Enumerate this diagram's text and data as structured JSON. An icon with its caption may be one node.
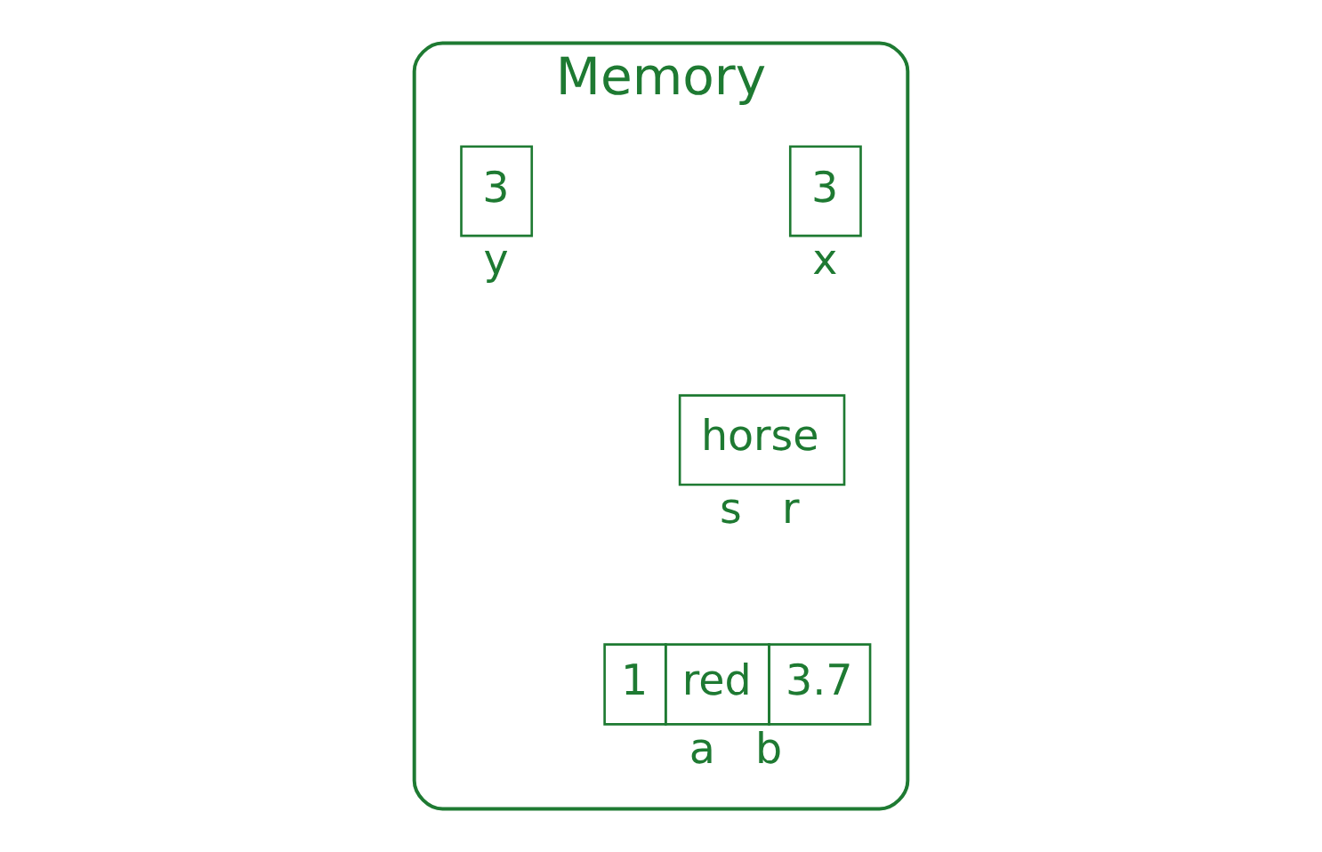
{
  "diagram": {
    "nodes": [
      {
        "text": [
          "Memory"
        ]
      },
      {
        "text": [
          "3"
        ],
        "in": 0,
        "beside": [
          "x"
        ]
      },
      {
        "text": [
          "3"
        ],
        "in": 0,
        "beside": [
          "y"
        ]
      },
      {
        "text": [
          "horse"
        ],
        "in": 0,
        "beside": [
          "s",
          "r"
        ]
      },
      {
        "text": [
          "1",
          "red",
          "3.7"
        ],
        "in": 0,
        "beside": [
          "a",
          "b"
        ]
      }
    ],
    "edges": []
  }
}
